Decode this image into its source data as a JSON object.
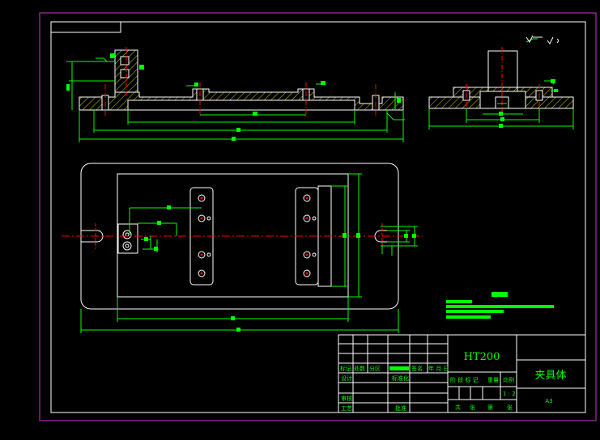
{
  "drawing": {
    "title_block": {
      "material": "HT200",
      "part_name": "夹具体",
      "sheet_size": "A3",
      "scale": "1 : 2",
      "labels": {
        "mark": "标记",
        "count": "处数",
        "zone": "分区",
        "signature": "签名",
        "date": "年 月 日",
        "design": "设计",
        "standardize": "标准化",
        "review": "审核",
        "process": "工艺",
        "approve": "批准",
        "stage_mark": "阶 段 标 记",
        "weight": "重量",
        "scale": "比例",
        "sheets_total": "共",
        "sheet_word": "张",
        "sheet_no": "第"
      }
    },
    "colors": {
      "background": "#000000",
      "outline": "#ffffff",
      "dimension": "#00ff00",
      "centerline": "#ff0000",
      "frame": "#cc33cc",
      "hatch": "#ffff00"
    }
  }
}
